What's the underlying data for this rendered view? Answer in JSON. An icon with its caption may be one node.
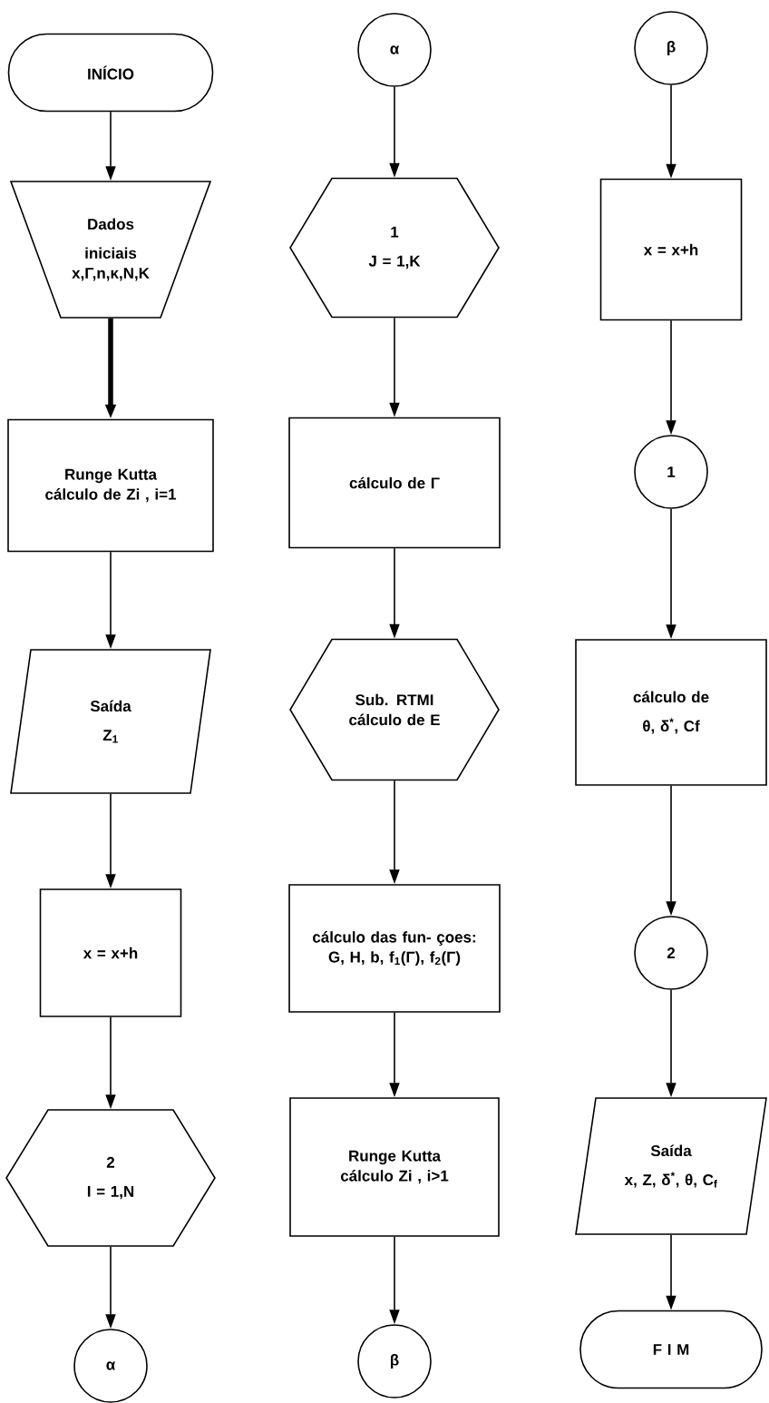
{
  "diagram": {
    "nodes": [
      {
        "text": [
          "INÍCIO"
        ]
      },
      {
        "text": [
          "Dados",
          "iniciais x,Γ,n,κ,N,K"
        ]
      },
      {
        "text": [
          "Runge Kutta cálculo de Zi , i=1"
        ]
      },
      {
        "text": [
          "Saída",
          "Z$_{1}$"
        ]
      },
      {
        "text": [
          "x = x+h"
        ]
      },
      {
        "text": [
          "2",
          "I = 1,N"
        ]
      },
      {
        "text": [
          "α"
        ]
      },
      {
        "text": [
          "α"
        ]
      },
      {
        "text": [
          "1",
          "J = 1,K"
        ]
      },
      {
        "text": [
          "cálculo de Γ"
        ]
      },
      {
        "text": [
          "Sub. RTMI cálculo de E"
        ]
      },
      {
        "text": [
          "cálculo das fun- çoes: G, H, b, f$_{1}$(Γ), f$_{2}$(Γ)"
        ]
      },
      {
        "text": [
          "Runge Kutta cálculo Zi , i>1"
        ]
      },
      {
        "text": [
          "β"
        ]
      },
      {
        "text": [
          "β"
        ]
      },
      {
        "text": [
          "x = x+h"
        ]
      },
      {
        "text": [
          "1"
        ]
      },
      {
        "text": [
          "cálculo de",
          "θ, δ$^{*}$, Cf"
        ]
      },
      {
        "text": [
          "2"
        ]
      },
      {
        "text": [
          "Saída",
          "x, Z, δ$^{*}$, θ, C$_{f}$"
        ]
      },
      {
        "text": [
          "F I M"
        ]
      }
    ],
    "edges": [
      {
        "from": 0,
        "to": 1,
        "arrow": "to"
      },
      {
        "from": 1,
        "to": 2,
        "arrow": "to",
        "style": "thick"
      },
      {
        "from": 2,
        "to": 3,
        "arrow": "to"
      },
      {
        "from": 3,
        "to": 4,
        "arrow": "to"
      },
      {
        "from": 4,
        "to": 5,
        "arrow": "to"
      },
      {
        "from": 5,
        "to": 6,
        "arrow": "to"
      },
      {
        "from": 7,
        "to": 8,
        "arrow": "to"
      },
      {
        "from": 8,
        "to": 9,
        "arrow": "to"
      },
      {
        "from": 9,
        "to": 10,
        "arrow": "to"
      },
      {
        "from": 10,
        "to": 11,
        "arrow": "to"
      },
      {
        "from": 11,
        "to": 12,
        "arrow": "to"
      },
      {
        "from": 12,
        "to": 13,
        "arrow": "to"
      },
      {
        "from": 14,
        "to": 15,
        "arrow": "to"
      },
      {
        "from": 15,
        "to": 16,
        "arrow": "to"
      },
      {
        "from": 16,
        "to": 17,
        "arrow": "to"
      },
      {
        "from": 17,
        "to": 18,
        "arrow": "to"
      },
      {
        "from": 18,
        "to": 19,
        "arrow": "to"
      },
      {
        "from": 19,
        "to": 20,
        "arrow": "to"
      }
    ]
  }
}
